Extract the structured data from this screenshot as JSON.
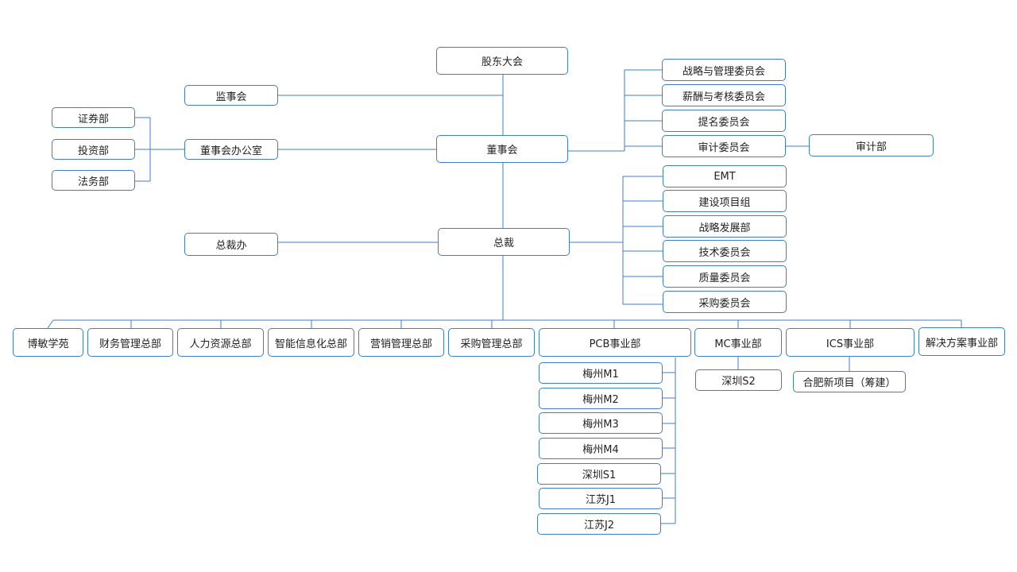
{
  "chart": {
    "shareholders": "股东大会",
    "supervisory_board": "监事会",
    "board": "董事会",
    "board_office": "董事会办公室",
    "securities": "证券部",
    "investment": "投资部",
    "legal": "法务部",
    "committees": [
      "战略与管理委员会",
      "薪酬与考核委员会",
      "提名委员会",
      "审计委员会"
    ],
    "audit_dept": "审计部",
    "president": "总裁",
    "president_office": "总裁办",
    "president_units": [
      "EMT",
      "建设项目组",
      "战略发展部",
      "技术委员会",
      "质量委员会",
      "采购委员会"
    ],
    "divisions": [
      "博敏学苑",
      "财务管理总部",
      "人力资源总部",
      "智能信息化总部",
      "营销管理总部",
      "采购管理总部",
      "PCB事业部",
      "MC事业部",
      "ICS事业部",
      "解决方案事业部"
    ],
    "pcb_units": [
      "梅州M1",
      "梅州M2",
      "梅州M3",
      "梅州M4",
      "深圳S1",
      "江苏J1",
      "江苏J2"
    ],
    "mc_units": [
      "深圳S2"
    ],
    "ics_units": [
      "合肥新项目（筹建）"
    ]
  },
  "colors": {
    "line": "#3f7ec4",
    "text": "#222222"
  }
}
